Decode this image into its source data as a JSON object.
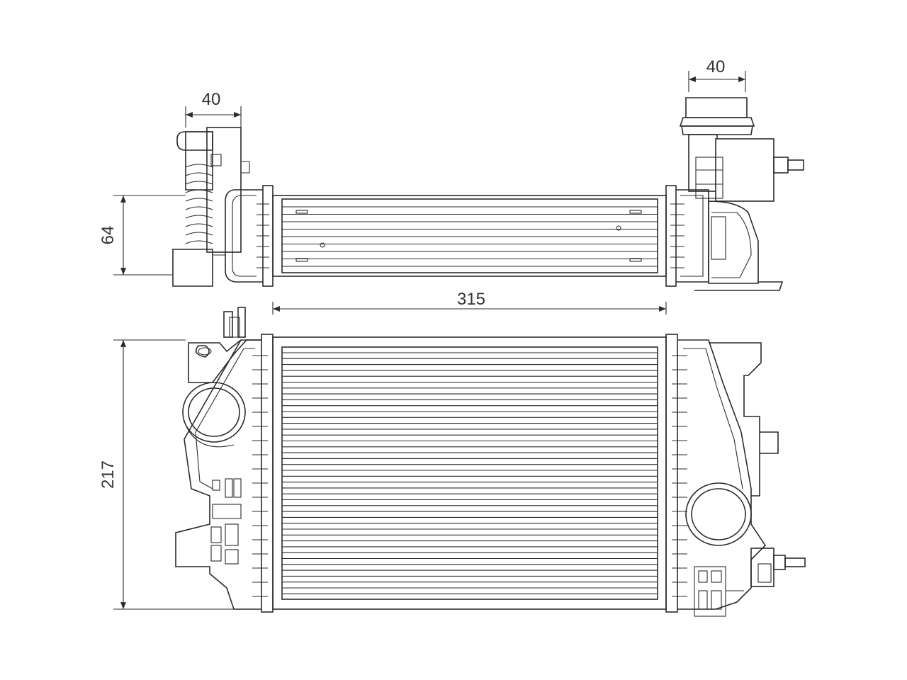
{
  "dimensions": {
    "top_left_width": "40",
    "top_right_width": "40",
    "top_height": "64",
    "core_width": "315",
    "front_height": "217"
  },
  "colors": {
    "line": "#2b2b2b",
    "text": "#333333",
    "background": "#ffffff"
  }
}
